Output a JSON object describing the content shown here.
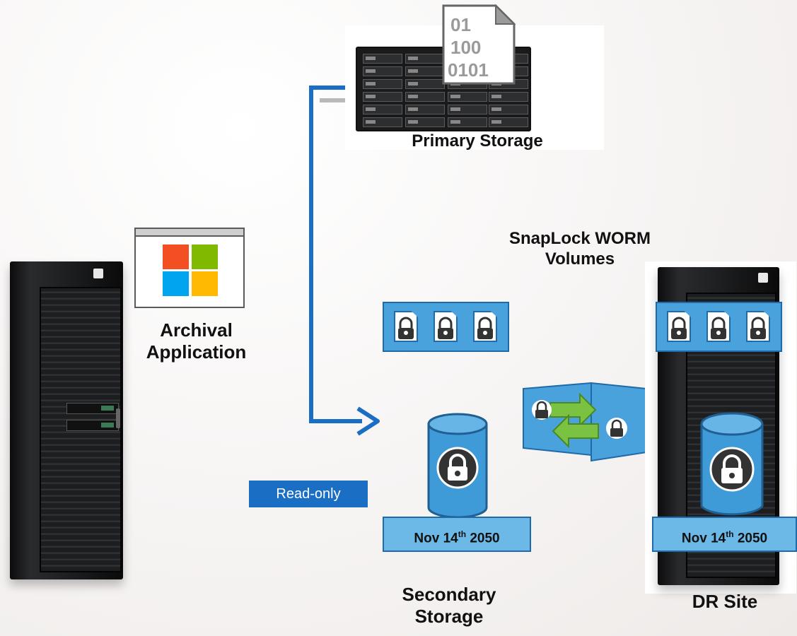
{
  "primary_storage": {
    "label": "Primary Storage",
    "file_icon_text": [
      "01",
      "100",
      "0101"
    ]
  },
  "archival_app": {
    "label_line1": "Archival",
    "label_line2": "Application",
    "tile_colors": [
      "#f25022",
      "#7fba00",
      "#00a4ef",
      "#ffb900"
    ]
  },
  "snaplock": {
    "label_line1": "SnapLock WORM",
    "label_line2": "Volumes"
  },
  "secondary_storage": {
    "label_line1": "Secondary",
    "label_line2": "Storage",
    "date_prefix": "Nov 14",
    "date_sup": "th",
    "date_suffix": " 2050",
    "badge": "Read-only"
  },
  "dr_site": {
    "label": "DR Site",
    "date_prefix": "Nov 14",
    "date_sup": "th",
    "date_suffix": " 2050"
  },
  "colors": {
    "connector_blue": "#1a6fc4",
    "lock_blue": "#4aa2dc",
    "date_blue": "#6cb8e6",
    "arrow_green": "#7cc242"
  }
}
